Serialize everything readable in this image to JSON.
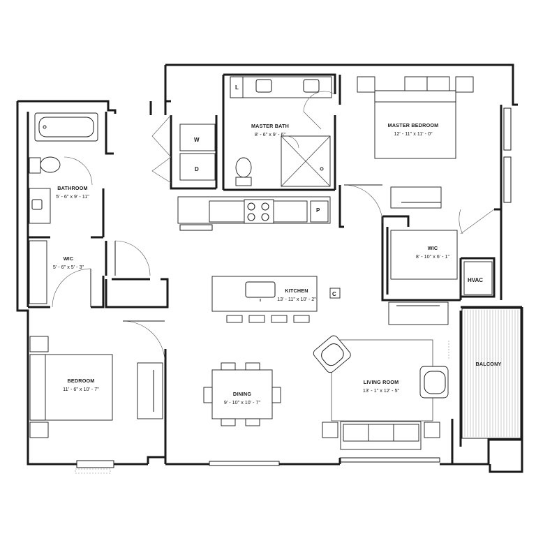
{
  "rooms": {
    "master_bath": {
      "name": "MASTER BATH",
      "size": "8' - 6\" x 9' - 6\""
    },
    "master_bedroom": {
      "name": "MASTER BEDROOM",
      "size": "12' - 11\" x 11' - 0\""
    },
    "bathroom": {
      "name": "BATHROOM",
      "size": "5' - 6\" x 9' - 11\""
    },
    "wic_left": {
      "name": "WIC",
      "size": "5' - 6\" x 5' - 3\""
    },
    "wic_right": {
      "name": "WIC",
      "size": "8' - 10\" x 6' - 1\""
    },
    "kitchen": {
      "name": "KITCHEN",
      "size": "13' - 11\" x 10' - 2\""
    },
    "bedroom": {
      "name": "BEDROOM",
      "size": "11' - 6\" x 10' - 7\""
    },
    "dining": {
      "name": "DINING",
      "size": "9' - 10\" x 10' - 7\""
    },
    "living_room": {
      "name": "LIVING ROOM",
      "size": "13' - 1\" x 12' - 5\""
    },
    "balcony": {
      "name": "BALCONY"
    }
  },
  "fixtures": {
    "washer": "W",
    "dryer": "D",
    "pantry": "P",
    "linen": "L",
    "closet": "C",
    "hvac": "HVAC"
  }
}
